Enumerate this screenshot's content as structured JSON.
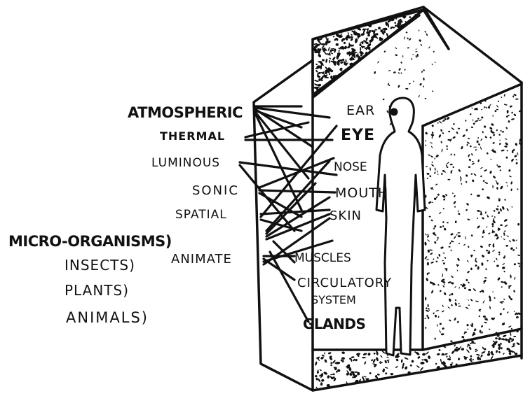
{
  "environment_labels": {
    "atmospheric": "ATMOSPHERIC",
    "thermal": "THERMAL",
    "luminous": "LUMINOUS",
    "sonic": "SONIC",
    "spatial": "SPATIAL",
    "animate": "ANIMATE"
  },
  "animate_subtypes": {
    "micro_organisms": "MICRO-ORGANISMS)",
    "insects": "INSECTS)",
    "plants": "PLANTS)",
    "animals": "ANIMALS)"
  },
  "body_labels": {
    "ear": "EAR",
    "eye": "EYE",
    "nose": "NOSE",
    "mouth": "MOUTH",
    "skin": "SKIN",
    "muscles": "MUSCLES",
    "circulatory_1": "CIRCULATORY",
    "circulatory_2": "SYSTEM",
    "glands": "GLANDS"
  },
  "colors": {
    "ink": "#111111",
    "paper": "#ffffff"
  }
}
